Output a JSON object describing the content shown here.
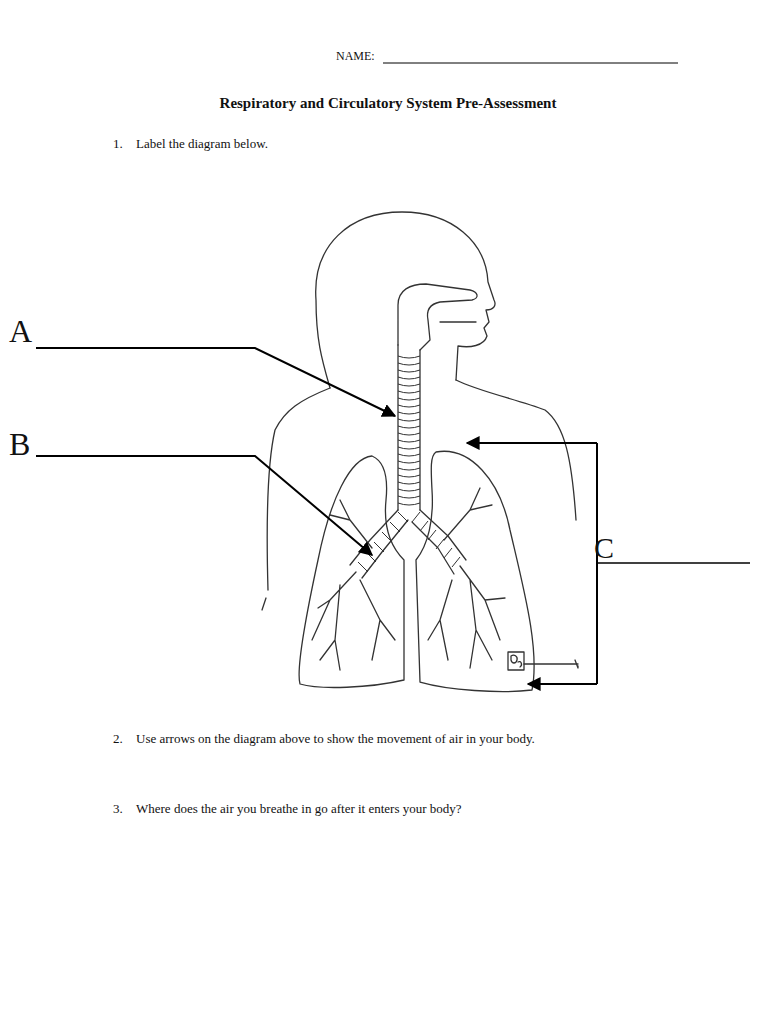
{
  "diagram": {
    "title": "Respiratory and Circulatory System Pre-Assessment",
    "labels": [
      "NAME:",
      "1.",
      "Label the diagram below.",
      "A",
      "B",
      "C",
      "2.",
      "Use arrows on the diagram above to show the movement of air in your body.",
      "3.",
      "Where does the air you breathe in go after it enters your body?"
    ]
  }
}
